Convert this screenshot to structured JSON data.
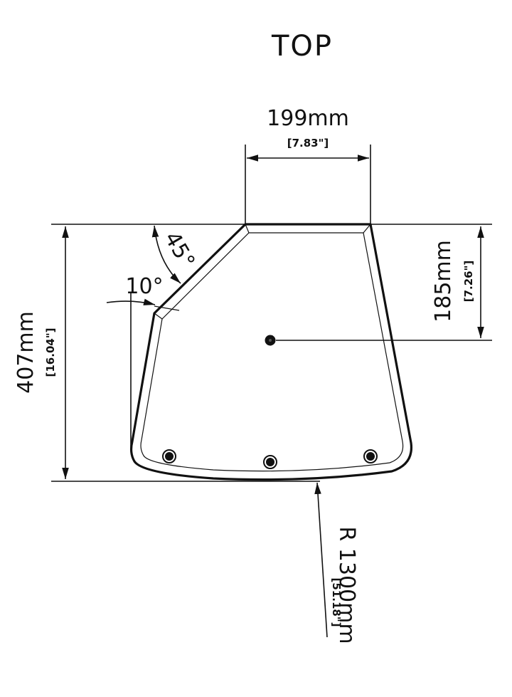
{
  "view_title": "TOP",
  "dims": {
    "width_mm": "199mm",
    "width_in": "[7.83\"]",
    "depth_mm": "407mm",
    "depth_in": "[16.04\"]",
    "offset_mm": "185mm",
    "offset_in": "[7.26\"]",
    "angle_45": "45°",
    "angle_10": "10°",
    "radius_mm": "R 1300mm",
    "radius_in": "[51.18\"]"
  }
}
